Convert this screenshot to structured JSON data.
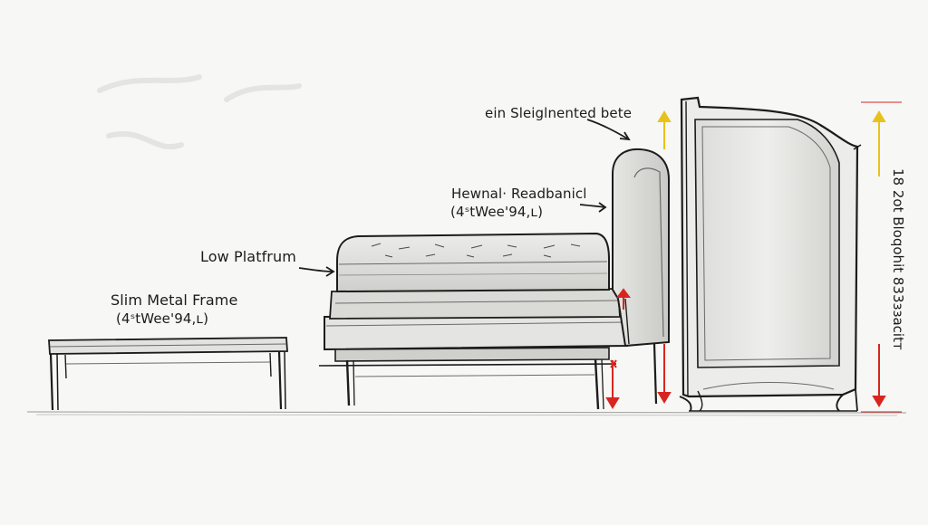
{
  "labels": {
    "slim_frame": {
      "title": "Slim Metal Frame",
      "dims": "(4ˢtWee'94,ʟ)"
    },
    "low_platform": {
      "title": "Low Platfrum"
    },
    "headboard": {
      "title": "Hewnal· Readbanicl",
      "dims": "(4ˢtWee'94,ʟ)"
    },
    "sleigh_bed": {
      "title": "ein Sleiglnented bete"
    },
    "height_dim": "18 2ot Bloqohit 833ɜɜacitт"
  },
  "colors": {
    "ink": "#1c1c1c",
    "pencil": "#6a6a6a",
    "shade": "#d8d8d6",
    "yellow_marker": "#e8c21a",
    "red_marker": "#d7261f",
    "paper": "#f7f7f5"
  }
}
